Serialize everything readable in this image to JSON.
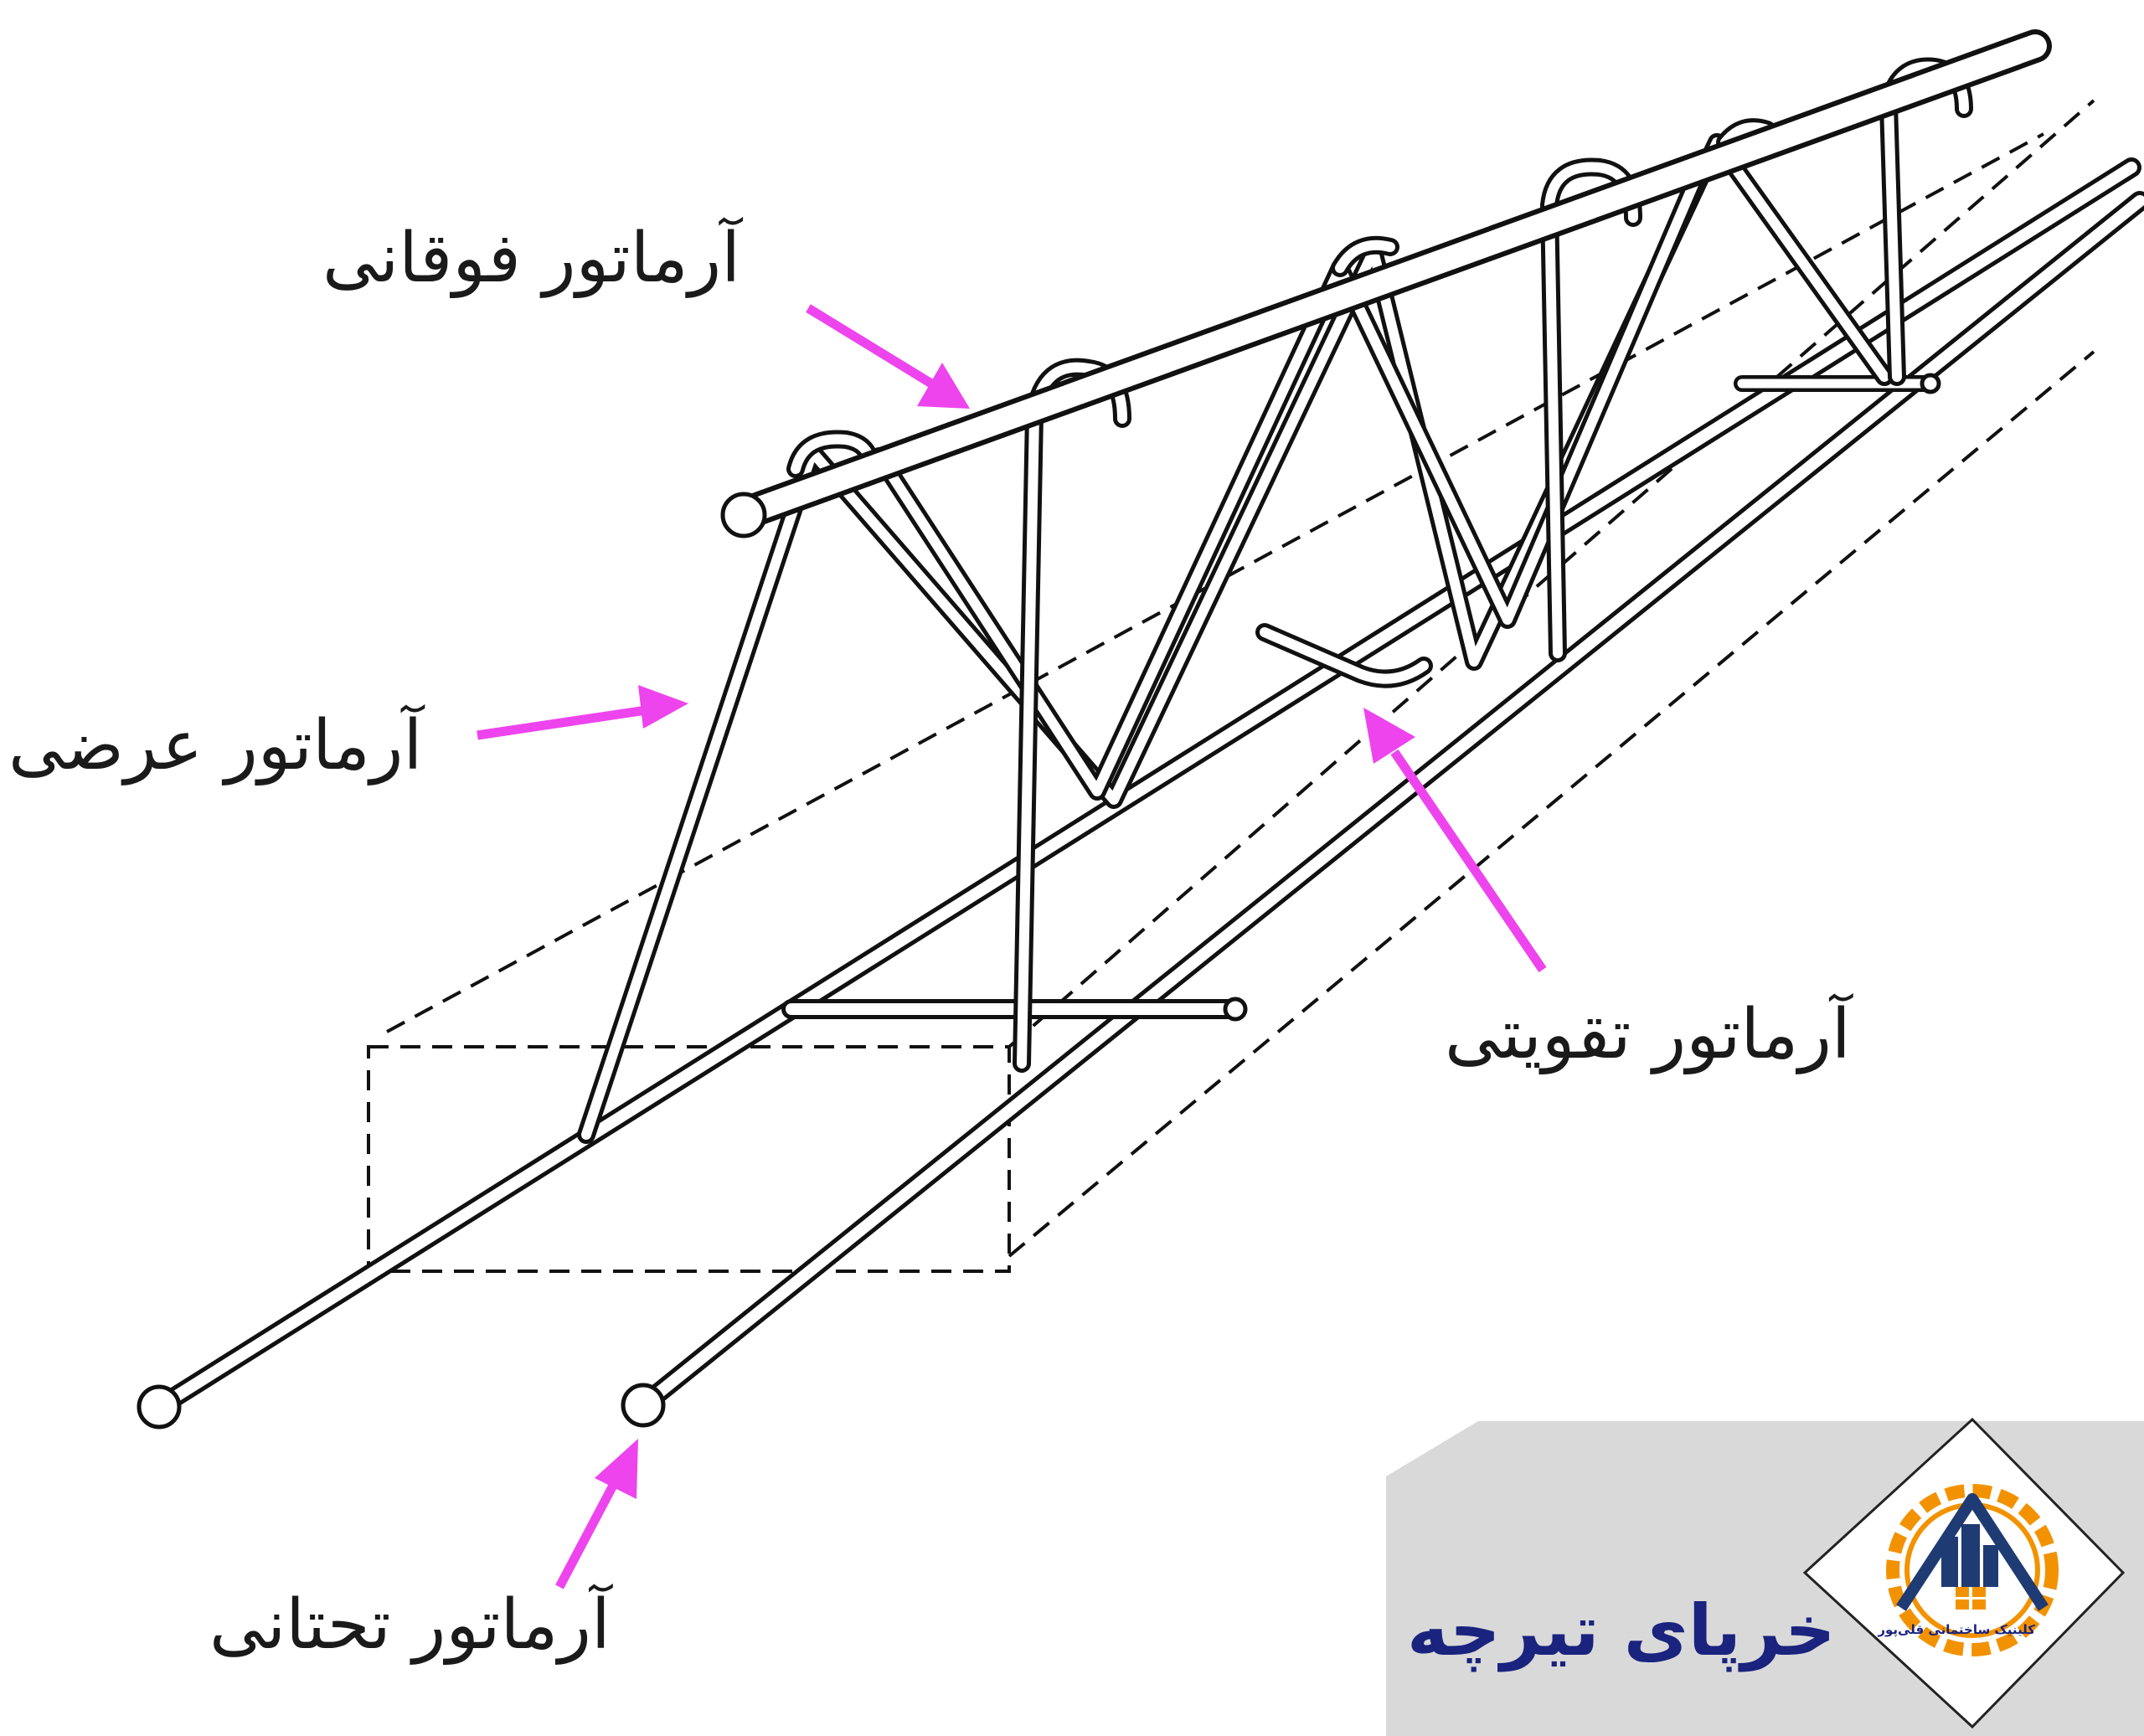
{
  "labels": {
    "top": "آرماتور فوقانی",
    "transverse": "آرماتور عرضی",
    "reinforcement": "آرماتور تقویتی",
    "bottom": "آرماتور تحتانی"
  },
  "brand": {
    "title": "خرپای تیرچه",
    "logo_caption": "کلینیک ساختمانی قلی‌پور"
  },
  "colors": {
    "arrow": "#ee44ee",
    "title": "#1a237e",
    "logo_gear": "#f39200",
    "logo_navy": "#1f3b73",
    "panel": "#d9d9d9"
  }
}
